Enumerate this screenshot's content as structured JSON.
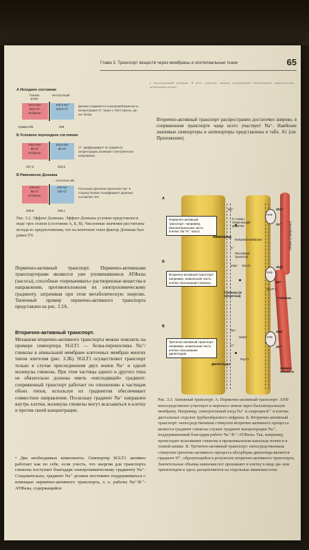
{
  "header": {
    "title": "Глава 3. Транспорт веществ через мембраны и эпителиальные ткани",
    "page_number": "65"
  },
  "fig32": {
    "a_title": "А Исходное состояние",
    "col_left": "Плазма крови",
    "col_right": "Интерстиций",
    "a_left": [
      "102,5 Na⁺",
      "82,5 Cl⁻",
      "10 белок⁻"
    ],
    "a_right": [
      "102,5 Na⁺",
      "102,5 Cl⁻"
    ],
    "a_note": "Донная сохраняется электронейтральность, концентрация Cl⁻ выше с той стороны, где нет белка.",
    "a_sum": [
      "Сумма 205",
      "205"
    ],
    "b_title": "Б Условное переходное состояние",
    "b_left": [
      "102,5 Na⁺",
      "95 Cl⁻",
      "10 белок⁻"
    ],
    "b_right": [
      "102,5 Na⁺",
      "90 Cl⁻"
    ],
    "b_note": "Cl⁻ диффундирует по градиенту концентрации, возникает электрическое напряжение.",
    "b_sum": [
      "207,5",
      "202,5"
    ],
    "c_title": "В Равновесие Доннана",
    "c_top": "○ несколько мВ",
    "c_left": [
      "105 Na⁺",
      "95 Cl⁻",
      "10 белок⁻"
    ],
    "c_right": [
      "100 Na⁺",
      "100 Cl⁻"
    ],
    "c_note": "Потенциал Доннана перегоняет Na⁺ в сторону белков. Коэффициент Доннана составляет 5%.",
    "c_sum": [
      "209,9",
      "200,1"
    ],
    "caption": "Рис. 3.2. Эффект Доннана. Эффект Доннана условно представлен в виде трех этапов (состояния А, Б, В). Численные значения рассчитаны исходя из предположения, что на конечном этапе фактор Доннана был равен 5%"
  },
  "left_text": {
    "p1": "Первично-активный транспорт. Первично-активными транспортерами являются уже упоминавшиеся АТФазы (насосы), способные «перекачивать» растворенные вещества в направлении, противоположном их электрохимическому градиенту, затрачивая при этом метаболическую энергию. Типичный пример первично-активного транспорта представлен на рис. 3.3А.",
    "sub1": "Вторично-активный транспорт.",
    "p2": "Механизм вторично-активного транспорта можно пояснить на примере симпортера SGLT1 — белка-переносчика Na⁺/глюкозы в апикальной мембране клеточных мембран многих типов эпителия (рис. 3.3Б). SGLT1 осуществляет транспорт только в случае присоединения двух ионов Na⁺ и одной молекулы глюкозы. При этом частицы одного и другого типа не обязательно должны иметь «нисходящий» градиент: сопряженный транспорт работает по отношению к частицам обоих типов, используя их градиентов обеспечивает совместное направление. Поскольку градиент Na⁺ направлен внутрь клетки, молекулы глюкозы могут всасываться в клетку и против своей концентрации.",
    "p3": "• Два необходимых компонента. Симпортер SGLT1 активно работает как по себе, если учесть, что энергия для транспорта глюкозы поступает благодаря электрохимическому градиенту Na⁺. Следовательно, градиент Na⁺ должен постоянно поддерживаться с помощью первично-активного транспорта, т. е. работы Na⁺/K⁺-АТФазы, содержащейся"
  },
  "right_text": {
    "top": "в базолатеральной мембране. В итоге транспорт глюкозы опосредованно обеспечивается энергетическим метаболизмом клетки.",
    "p": "Вторично-активный транспорт распространен достаточно широко, в сопряженном транспорте чаще всего участвует Na⁺. Наиболее значимые симпортеры и антипортеры представлены в табл. А1 (см. Приложение)."
  },
  "fig33": {
    "label_a": "А",
    "label_b": "Б",
    "label_c": "В",
    "box_a": "Первично-активный транспорт: например, базолатеральная часть клетки: Na⁺/K⁺ насос",
    "box_b": "Вторично-активный транспорт: например, апикальная часть клетки: всасывание глюкозы",
    "box_c": "Третично-активный транспорт: например, апикальная часть клетки: всасывание дипептидов",
    "k_channel": "K⁺-канал, сберегающий диуретик",
    "amiloride": "Амилорид",
    "collecting": "Концевой мембрана",
    "passive": "Пассивный транспорт",
    "atp": "АТФ",
    "sglt1": "SGLT1",
    "glucose_apical": "Глюкоза (и галактоза)",
    "glucose_bl": "Глюкоза",
    "glut2": "GLUT 2",
    "dipeptides": "Дипептиды",
    "pept1": "PepT1",
    "nhe3": "NHE3",
    "amino": "Амино-кислоты",
    "ubain": "Уабаин (строфантин)",
    "na3": "3Na⁺",
    "k2": "2K⁺",
    "na2": "2Na⁺",
    "na": "Na⁺",
    "k": "K⁺",
    "h": "H⁺"
  },
  "fig33_caption": "Рис. 3.3. Активный транспорт. А. Первично-активный транспорт: АТФ непосредственно участвует в переносе ионов через базолатеральную мембрану. Например, электрогенный вход Na⁺ и секреция K⁺ в клетки дистальных отделов трубкообразного нефрона. Б. Вторично-активный транспорт: непосредственным стимулом вторично-активного процесса является градиент глюкозы служит градиент концентрации Na⁺, поддерживаемый благодаря работе Na⁺/K⁺-АТФазы. Так, например, происходит всасывание глюкозы в проксимальном канальце почки и в тонкой кишке. В. Третично-активный транспорт: непосредственным стимулом третично-активного процесса абсорбции дипептида является градиент H⁺, образующийся в результате вторично-активного транспорта. Значительные объемы аминокислот проникают в клетку в виде ди- или трипептидов и здесь расщепляются на отдельные аминокислоты"
}
